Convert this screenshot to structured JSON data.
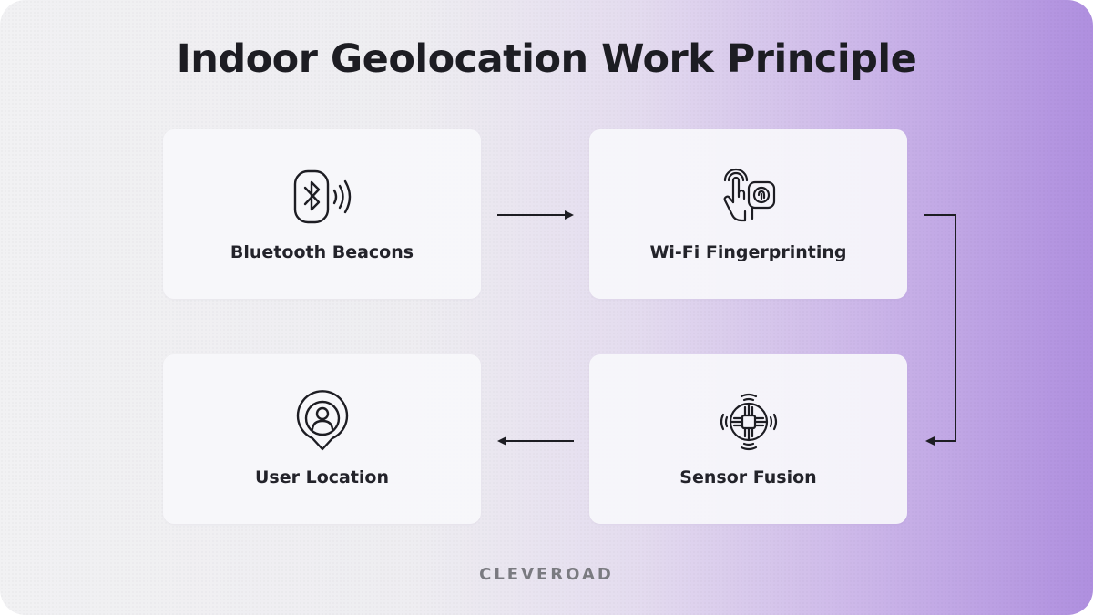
{
  "title": "Indoor Geolocation Work Principle",
  "steps": [
    {
      "label": "Bluetooth Beacons",
      "icon": "bluetooth-beacon-icon"
    },
    {
      "label": "Wi-Fi Fingerprinting",
      "icon": "fingerprint-touch-icon"
    },
    {
      "label": "Sensor Fusion",
      "icon": "chip-sensor-icon"
    },
    {
      "label": "User Location",
      "icon": "location-pin-user-icon"
    }
  ],
  "flow": [
    "Bluetooth Beacons",
    "Wi-Fi Fingerprinting",
    "Sensor Fusion",
    "User Location"
  ],
  "brand": "CLEVEROAD",
  "colors": {
    "text": "#1d1d23",
    "card": "#f7f7fb",
    "accent_purple": "#af8fdf",
    "brand_gray": "#7a7a80"
  }
}
